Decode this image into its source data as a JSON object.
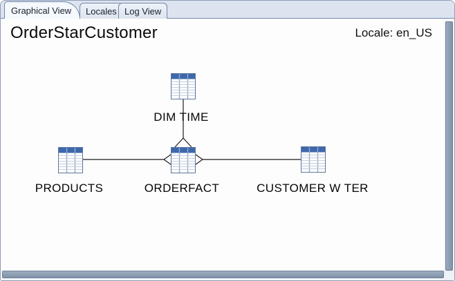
{
  "tabs": {
    "items": [
      {
        "label": "Graphical View",
        "active": true
      },
      {
        "label": "Locales",
        "active": false
      },
      {
        "label": "Log View",
        "active": false
      }
    ]
  },
  "header": {
    "title": "OrderStarCustomer",
    "locale": "Locale: en_US"
  },
  "diagram": {
    "tables": [
      {
        "label": "DIM TIME"
      },
      {
        "label": "PRODUCTS"
      },
      {
        "label": "ORDERFACT"
      },
      {
        "label": "CUSTOMER W TER"
      }
    ],
    "fact_table": "ORDERFACT",
    "connections": [
      {
        "from": "ORDERFACT",
        "to": "DIM TIME"
      },
      {
        "from": "ORDERFACT",
        "to": "PRODUCTS"
      },
      {
        "from": "ORDERFACT",
        "to": "CUSTOMER W TER"
      }
    ],
    "icon": "table-grid-icon"
  },
  "colors": {
    "tab_strip_bg": "#dde4ef",
    "tab_border": "#7285a8",
    "active_tab_bg": "#f5f8fc",
    "content_bg": "#fdfdfe",
    "scrollbar_thumb": "#8d9cb1",
    "table_header_fill": "#3e68ae",
    "table_icon_border": "#5d7698",
    "connector_line": "#1c1c1c"
  }
}
